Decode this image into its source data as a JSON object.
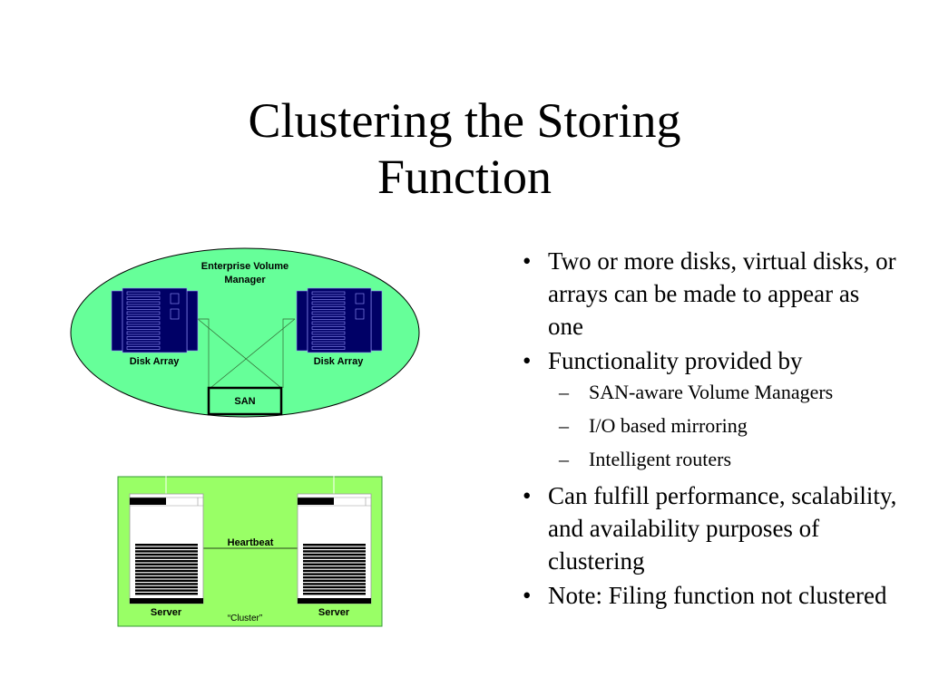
{
  "slide": {
    "title_lines": [
      "Clustering the Storing",
      "Function"
    ]
  },
  "diagram_top": {
    "group_label_lines": [
      "Enterprise Volume",
      "Manager"
    ],
    "left_array_label": "Disk Array",
    "right_array_label": "Disk Array",
    "switch_label": "SAN",
    "colors": {
      "ellipse_fill": "#66ff99",
      "array_fill": "#000066",
      "array_trim": "#9999ff"
    }
  },
  "diagram_bottom": {
    "left_server_label": "Server",
    "right_server_label": "Server",
    "link_label": "Heartbeat",
    "group_label": "“Cluster”",
    "colors": {
      "box_fill": "#99ff66",
      "box_border": "#339933"
    }
  },
  "bullets": [
    {
      "text": "Two or more disks, virtual disks, or arrays can be made to appear as one"
    },
    {
      "text": "Functionality provided by",
      "sub": [
        "SAN-aware Volume Managers",
        "I/O based mirroring",
        "Intelligent routers"
      ]
    },
    {
      "text": "Can fulfill performance, scalability, and availability purposes of clustering"
    },
    {
      "text": "Note: Filing function not clustered"
    }
  ]
}
